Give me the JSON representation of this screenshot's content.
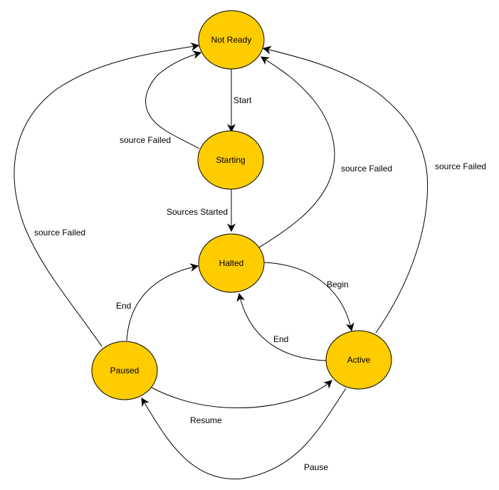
{
  "diagram": {
    "type": "state-machine",
    "node_fill": "#FFCC00",
    "nodes": [
      {
        "id": "not_ready",
        "label": "Not Ready"
      },
      {
        "id": "starting",
        "label": "Starting"
      },
      {
        "id": "halted",
        "label": "Halted"
      },
      {
        "id": "paused",
        "label": "Paused"
      },
      {
        "id": "active",
        "label": "Active"
      }
    ],
    "edges": [
      {
        "id": "start",
        "from": "not_ready",
        "to": "starting",
        "label": "Start"
      },
      {
        "id": "starting_failed",
        "from": "starting",
        "to": "not_ready",
        "label": "source Failed"
      },
      {
        "id": "sources_started",
        "from": "starting",
        "to": "halted",
        "label": "Sources Started"
      },
      {
        "id": "halted_failed",
        "from": "halted",
        "to": "not_ready",
        "label": "source Failed"
      },
      {
        "id": "active_failed",
        "from": "active",
        "to": "not_ready",
        "label": "source Failed"
      },
      {
        "id": "paused_failed",
        "from": "paused",
        "to": "not_ready",
        "label": "source Failed"
      },
      {
        "id": "begin",
        "from": "halted",
        "to": "active",
        "label": "Begin"
      },
      {
        "id": "active_end",
        "from": "active",
        "to": "halted",
        "label": "End"
      },
      {
        "id": "paused_end",
        "from": "paused",
        "to": "halted",
        "label": "End"
      },
      {
        "id": "resume",
        "from": "paused",
        "to": "active",
        "label": "Resume"
      },
      {
        "id": "pause",
        "from": "active",
        "to": "paused",
        "label": "Pause"
      }
    ]
  }
}
